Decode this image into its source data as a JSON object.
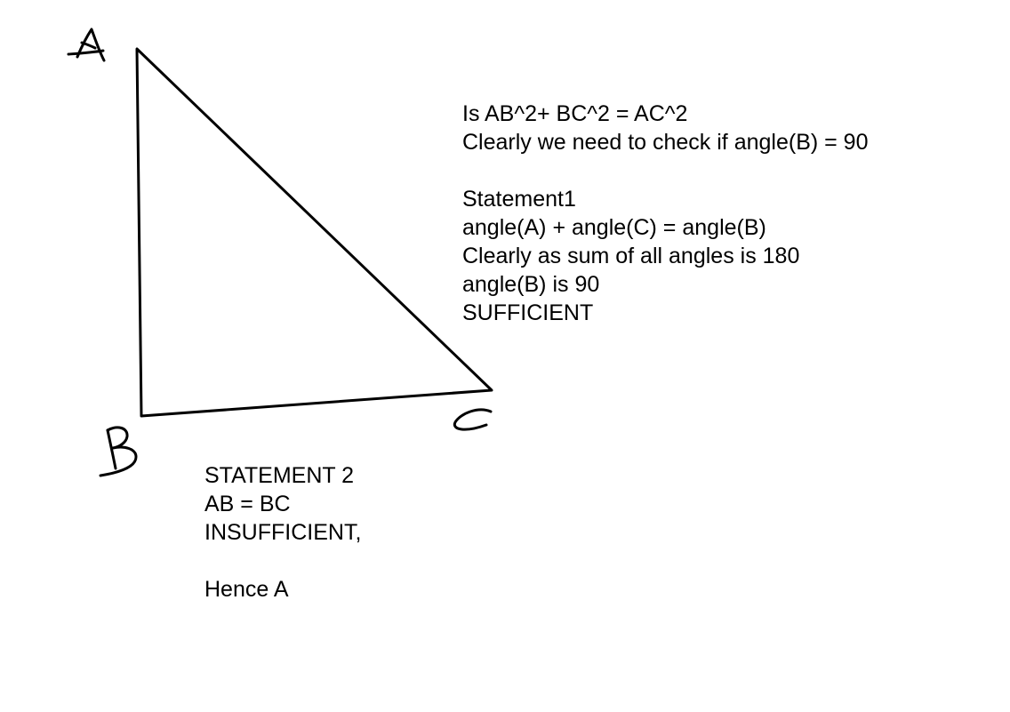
{
  "vertex_labels": {
    "a": "A",
    "b": "B",
    "c": "C"
  },
  "notes_right": {
    "lines": [
      "Is AB^2+ BC^2 = AC^2",
      "Clearly we need to check if angle(B) = 90",
      "",
      "Statement1",
      "angle(A) + angle(C) = angle(B)",
      "Clearly as sum of all angles is 180",
      "angle(B) is 90",
      "SUFFICIENT"
    ]
  },
  "notes_bottom": {
    "lines": [
      "STATEMENT 2",
      "AB = BC",
      "INSUFFICIENT,",
      "",
      "Hence A"
    ]
  },
  "colors": {
    "ink": "#000000",
    "background": "#ffffff"
  }
}
